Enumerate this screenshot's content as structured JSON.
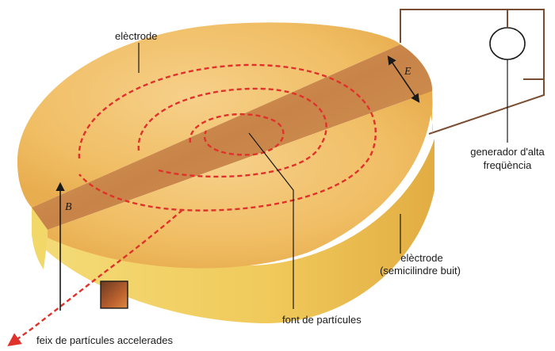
{
  "labels": {
    "electrode_top": "elèctrode",
    "generator_line1": "generador d'alta",
    "generator_line2": "freqüència",
    "electrode_right_line1": "elèctrode",
    "electrode_right_line2": "(semicilindre buit)",
    "particle_source": "font de partícules",
    "beam": "feix de partícules accelerades",
    "field_B": "B",
    "field_E": "E"
  },
  "colors": {
    "disc_top": "#f3c46e",
    "disc_side": "#f1ce5c",
    "gap": "#c9864a",
    "trajectory": "#e0312b",
    "wire": "#7a4e32",
    "text": "#1a1a1a"
  },
  "icons": [
    "magnetic-field-arrow-icon",
    "electric-field-arrow-icon",
    "generator-icon"
  ]
}
